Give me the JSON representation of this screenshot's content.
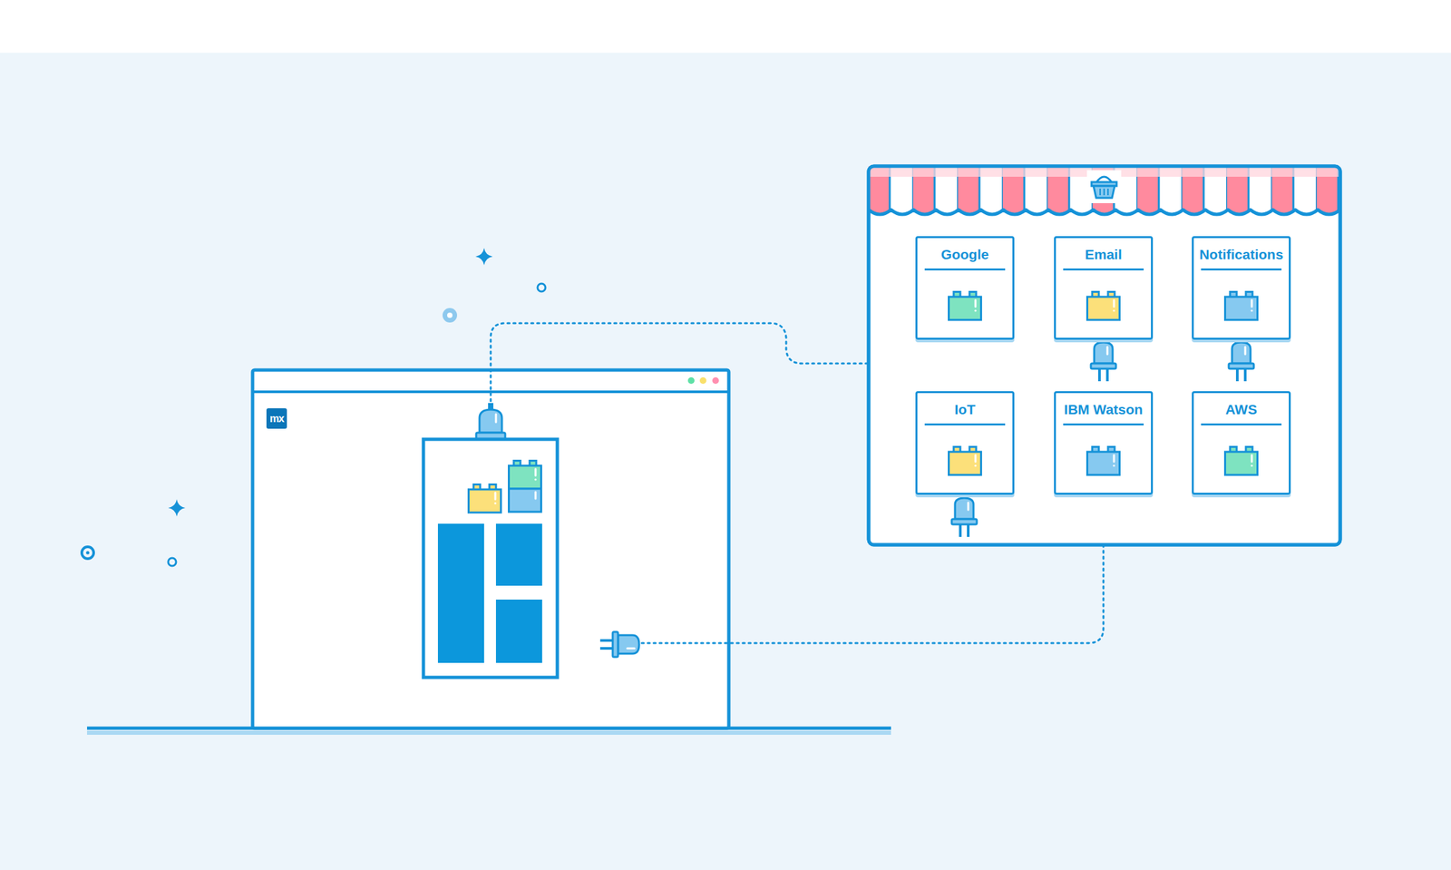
{
  "diagram": {
    "nodes": [
      {
        "text": [
          "Google"
        ]
      },
      {
        "text": [
          "Email"
        ]
      },
      {
        "text": [
          "Notifications"
        ]
      },
      {
        "text": [
          "IoT"
        ]
      },
      {
        "text": [
          "IBM Watson"
        ]
      },
      {
        "text": [
          "AWS"
        ]
      }
    ],
    "labels": [
      "mx"
    ]
  }
}
